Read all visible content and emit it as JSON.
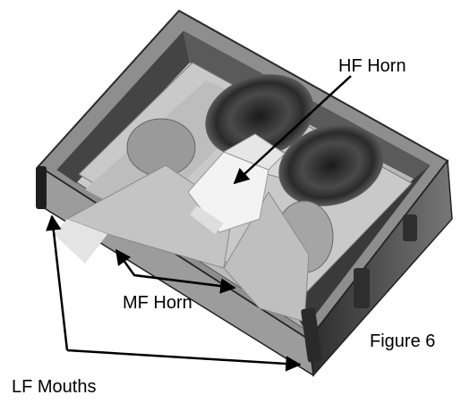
{
  "labels": {
    "hf_horn": "HF Horn",
    "mf_horn": "MF Horn",
    "lf_mouths": "LF Mouths",
    "figure": "Figure 6"
  },
  "colors": {
    "enclosure_dark": "#3a3a3a",
    "enclosure_mid": "#6f6f6f",
    "panel_light": "#cfcfcf",
    "baffle": "#b7b7b7",
    "horn_white": "#f2f2f2",
    "arrow": "#000000"
  }
}
